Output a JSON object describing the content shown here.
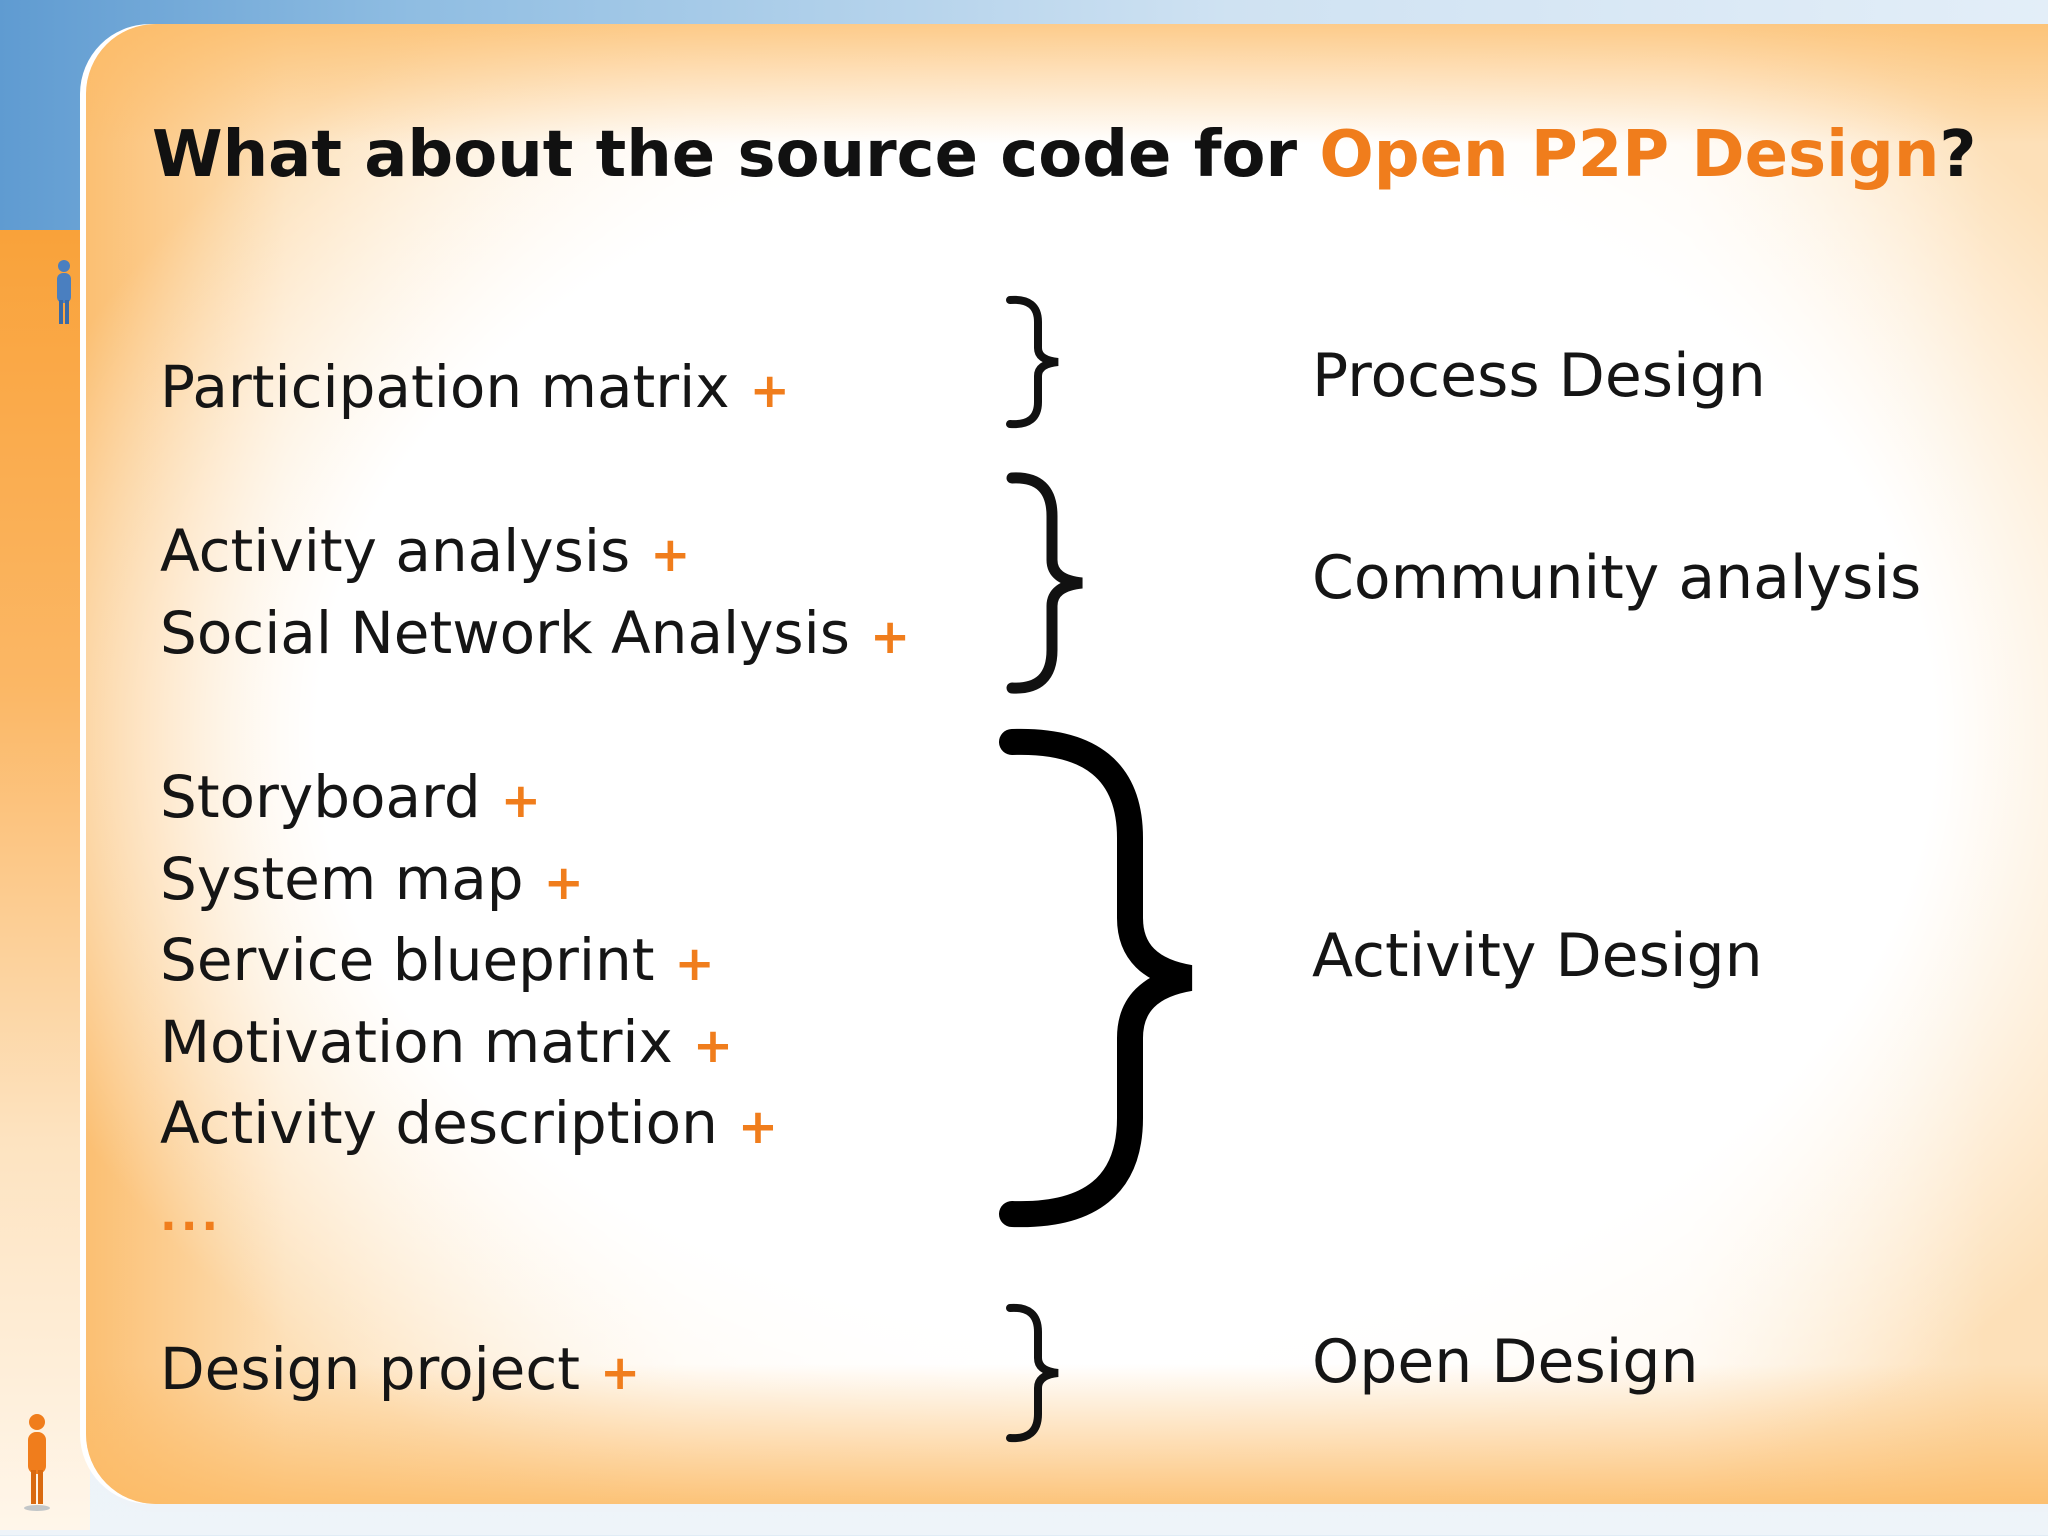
{
  "title": {
    "prefix": "What about the source code for ",
    "accent": "Open P2P Design",
    "suffix": "?"
  },
  "tools": [
    {
      "label": "Participation matrix",
      "plus": "+"
    },
    {
      "label": "Activity analysis",
      "plus": "+"
    },
    {
      "label": "Social Network Analysis",
      "plus": "+"
    },
    {
      "label": "Storyboard",
      "plus": "+"
    },
    {
      "label": "System map",
      "plus": "+"
    },
    {
      "label": "Service blueprint",
      "plus": "+"
    },
    {
      "label": "Motivation matrix",
      "plus": "+"
    },
    {
      "label": "Activity description",
      "plus": "+"
    },
    {
      "label": "Design project",
      "plus": "+"
    }
  ],
  "ellipsis": "...",
  "categories": [
    "Process Design",
    "Community analysis",
    "Activity Design",
    "Open Design"
  ],
  "colors": {
    "accent": "#f07d1c",
    "text": "#151515"
  }
}
